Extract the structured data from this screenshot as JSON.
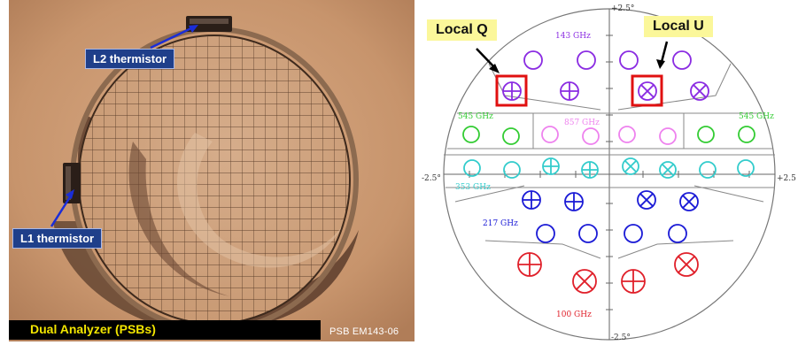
{
  "photo": {
    "l2_label": "L2 thermistor",
    "l1_label": "L1 thermistor",
    "caption": "Dual Analyzer (PSBs)",
    "corner_label": "PSB EM143-06"
  },
  "focal_plane": {
    "local_q": "Local Q",
    "local_u": "Local U",
    "axis_top": "+2.5°",
    "axis_bottom": "-2.5°",
    "axis_left": "-2.5°",
    "axis_right": "+2.5",
    "bands": {
      "b143": "143 GHz",
      "b545_left": "545 GHz",
      "b545_right": "545 GHz",
      "b857": "857 GHz",
      "b353": "353 GHz",
      "b217": "217 GHz",
      "b100": "100 GHz"
    },
    "colors": {
      "purple": "#8a2be2",
      "green": "#33cc33",
      "pink": "#ee82ee",
      "cyan": "#33cccc",
      "blue": "#1a1ad6",
      "red": "#e0202a",
      "highlight": "#e01010"
    }
  }
}
